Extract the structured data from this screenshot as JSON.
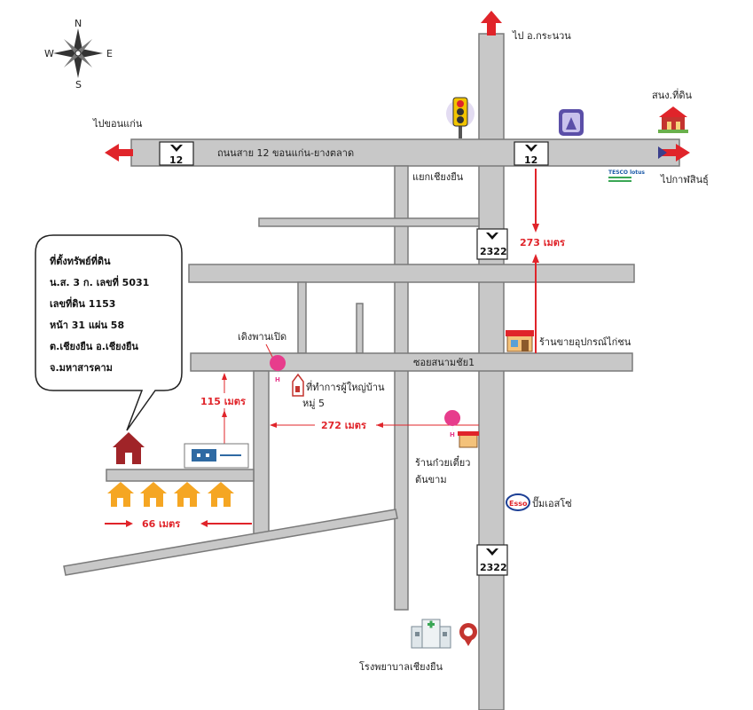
{
  "compass": {
    "n": "N",
    "s": "S",
    "e": "E",
    "w": "W"
  },
  "road_labels": {
    "to_krachuab": "ไป อ.กระนวน",
    "to_khonkaen": "ไปขอนแก่น",
    "to_kalasin": "ไปกาฬสินธุ์",
    "highway12_name": "ถนนสาย 12   ขอนแก่น-ยางตลาด",
    "chiangyuen_junction": "แยกเชียงยืน",
    "soi_sanamchai": "ซอยสนามชัย1",
    "land_office": "สนง.ที่ดิน"
  },
  "shields": {
    "hwy12_a": "12",
    "hwy12_b": "12",
    "hwy2322_a": "2322",
    "hwy2322_b": "2322"
  },
  "places": {
    "stationery_shop": "ร้านขายอุปกรณ์ไก่ชน",
    "duck_shop": "เดิงพานเปิด",
    "village_head_office": "ที่ทำการผู้ใหญ่บ้าน",
    "village_no": "หมู่ 5",
    "noodle_shop_1": "ร้านก๋วยเตี๋ยว",
    "noodle_shop_2": "ต้นขาม",
    "esso_station": "ปั๊มเอสโซ่",
    "esso_logo": "Esso",
    "hospital": "โรงพยาบาลเชียงยืน",
    "tesco_logo": "TESCO lotus"
  },
  "distances": {
    "d273": "273 เมตร",
    "d115": "115 เมตร",
    "d272": "272 เมตร",
    "d66": "66 เมตร"
  },
  "callout": {
    "title": "ที่ตั้งทรัพย์ที่ดิน",
    "line1": "น.ส. 3 ก. เลขที่ 5031",
    "line2": "เลขที่ดิน 1153",
    "line3": "หน้า 31 แผ่น 58",
    "line4": "ต.เชียงยืน อ.เชียงยืน",
    "line5": "จ.มหาสารคาม"
  },
  "colors": {
    "road": "#c8c8c8",
    "road_border": "#7a7a7a",
    "accent_red": "#e0242a",
    "house_orange": "#f5a623",
    "property_house": "#a02428"
  }
}
